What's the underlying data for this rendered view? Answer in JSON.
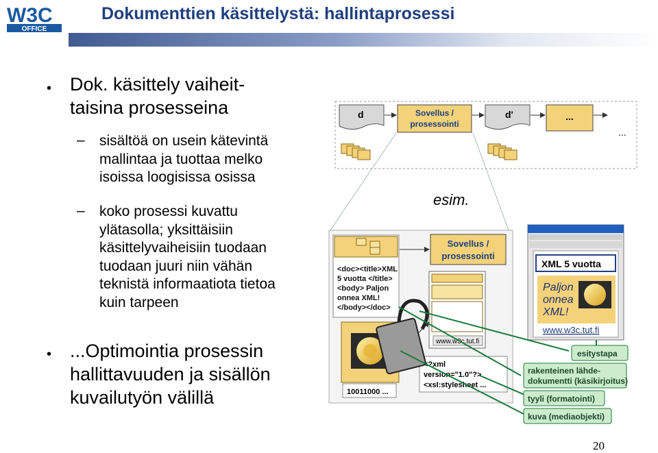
{
  "header": {
    "logo": {
      "text": "W3C",
      "subtext": "OFFICE"
    },
    "title": "Dokumenttien käsittelystä: hallintaprosessi"
  },
  "bullets": [
    {
      "lines": [
        "Dok. käsittely vaiheit-",
        "taisina prosesseina"
      ],
      "subitems": [
        {
          "lines": [
            "sisältöä on usein kätevintä",
            "mallintaa ja tuottaa melko",
            "isoissa loogisissa osissa"
          ]
        },
        {
          "lines": [
            "koko prosessi kuvattu",
            "ylätasolla; yksittäisiin",
            "käsittelyvaiheisiin tuodaan",
            "tuodaan juuri niin vähän",
            "teknistä informaatiota tietoa",
            "kuin tarpeen"
          ]
        }
      ]
    },
    {
      "lines": [
        "...Optimointia prosessin",
        "hallittavuuden ja sisällön",
        "kuvailutyön välillä"
      ],
      "subitems": []
    }
  ],
  "diagram": {
    "top_flow": {
      "doc1": "d",
      "process": [
        "Sovellus /",
        "prosessointi"
      ],
      "doc2": "d'",
      "dots_box": "...",
      "ellipsis": "..."
    },
    "example_label": "esim.",
    "detail_process": [
      "Sovellus /",
      "prosessointi"
    ],
    "xml_source": [
      "<doc><title>XML",
      "5 vuotta </title>",
      "<body> Paljon",
      "onnea XML!",
      "</body></doc>"
    ],
    "page_url": "www.w3c.tut.fi",
    "stylesheet_code": [
      "<?xml",
      "version=\"1.0\"?>",
      "<xsl:stylesheet ..."
    ],
    "media_code": "10011000 ...",
    "browser": {
      "heading": "XML 5 vuotta",
      "body": [
        "Paljon",
        "onnea",
        "XML!"
      ],
      "url": "www.w3c.tut.fi"
    },
    "callouts": [
      "esitystapa",
      "rakenteinen  lähde-",
      "dokumentti (käsikirjoitus)",
      "tyyli (formatointi)",
      "kuva (mediaobjekti)"
    ]
  },
  "page_number": "20",
  "colors": {
    "title": "#1f3f7f",
    "folder_yellow": "#f3d27a",
    "doc_gray": "#d8d8d8",
    "callout_green": "#1a7a3a",
    "callout_fill": "#cdeccd",
    "flow_border": "#888888"
  }
}
